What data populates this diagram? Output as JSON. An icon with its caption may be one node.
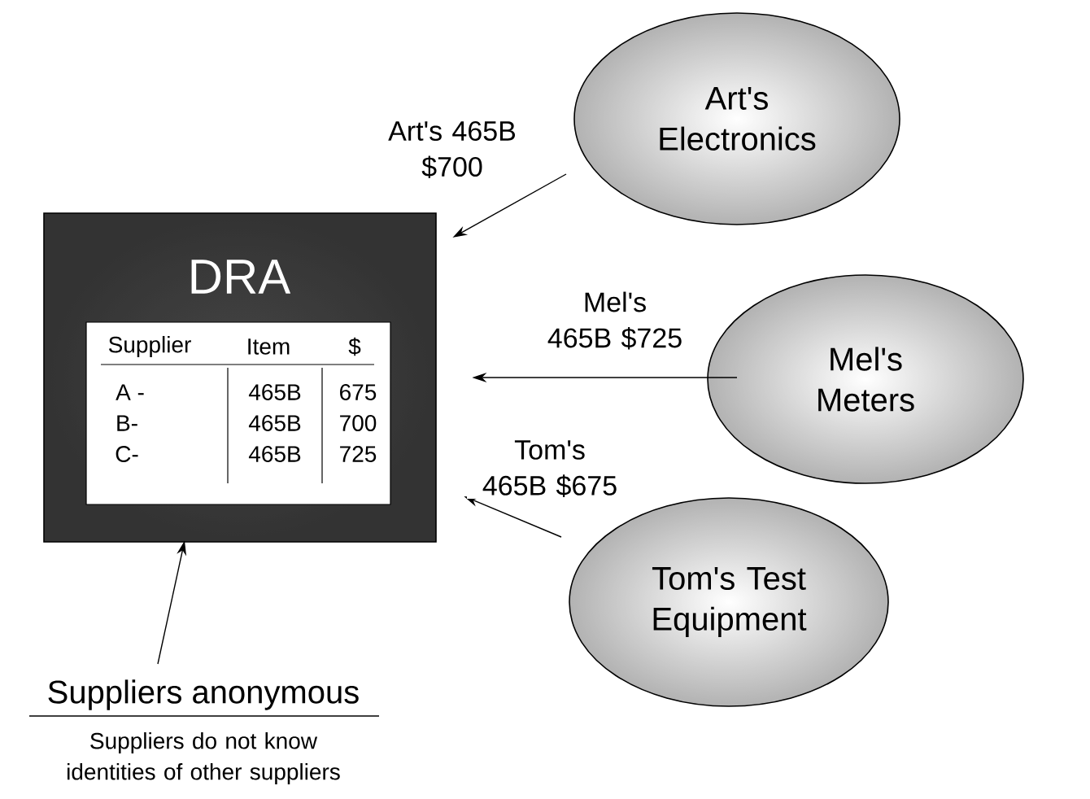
{
  "diagram": {
    "nodes": [
      {
        "text": [
          "DRA"
        ]
      },
      {
        "text": [
          "Art's Electronics"
        ]
      },
      {
        "text": [
          "Mel's Meters"
        ]
      },
      {
        "text": [
          "Tom's Test Equipment"
        ]
      },
      {
        "text": [
          "Suppliers anonymous",
          "Suppliers do not know identities of other suppliers"
        ]
      }
    ],
    "edges": [
      {
        "from": 1,
        "to": 0,
        "arrow": "to",
        "label": "Art's 465B $700"
      },
      {
        "from": 2,
        "to": 0,
        "arrow": "to",
        "label": "Mel's 465B $725"
      },
      {
        "from": 3,
        "to": 0,
        "arrow": "to",
        "label": "Tom's 465B $675"
      },
      {
        "from": 4,
        "to": 0,
        "arrow": "to"
      }
    ],
    "labels": [
      "Supplier",
      "Item",
      "$",
      "A -",
      "465B",
      "675",
      "B-",
      "465B",
      "700",
      "C-",
      "465B",
      "725"
    ]
  }
}
